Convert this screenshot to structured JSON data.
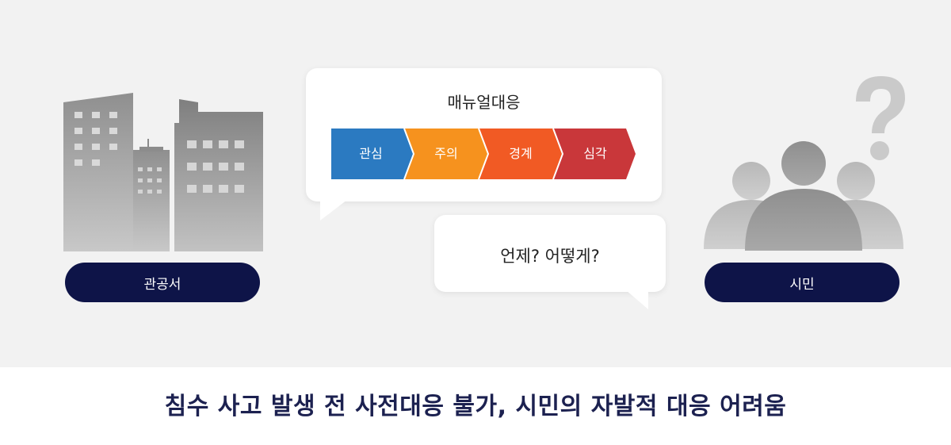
{
  "bubble_main": {
    "title": "매뉴얼대응",
    "stages": [
      {
        "label": "관심",
        "color": "#2b7ac1"
      },
      {
        "label": "주의",
        "color": "#f6921e"
      },
      {
        "label": "경계",
        "color": "#f15a24"
      },
      {
        "label": "심각",
        "color": "#c9373a"
      }
    ]
  },
  "bubble_question": {
    "text": "언제? 어떻게?"
  },
  "actors": {
    "left_label": "관공서",
    "right_label": "시민"
  },
  "caption": "침수 사고 발생 전 사전대응 불가, 시민의 자발적 대응 어려움",
  "colors": {
    "background": "#f2f2f2",
    "pill": "#0e1448",
    "caption_text": "#1c2150"
  }
}
